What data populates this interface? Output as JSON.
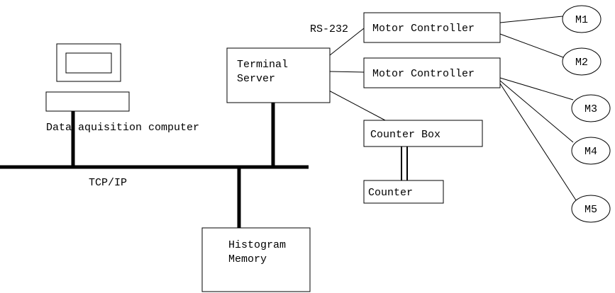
{
  "diagram": {
    "labels": {
      "computer": "Data aquisition computer",
      "network": "TCP/IP",
      "serial": "RS-232"
    },
    "nodes": {
      "terminal_server": {
        "lines": [
          "Terminal",
          "Server"
        ]
      },
      "motor_controller_1": {
        "label": "Motor Controller"
      },
      "motor_controller_2": {
        "label": "Motor Controller"
      },
      "counter_box": {
        "label": "Counter Box"
      },
      "counter": {
        "label": "Counter"
      },
      "histogram_memory": {
        "lines": [
          "Histogram",
          "Memory"
        ]
      }
    },
    "motors": [
      {
        "label": "M1"
      },
      {
        "label": "M2"
      },
      {
        "label": "M3"
      },
      {
        "label": "M4"
      },
      {
        "label": "M5"
      }
    ],
    "colors": {
      "stroke": "#000000",
      "background": "#ffffff"
    }
  }
}
